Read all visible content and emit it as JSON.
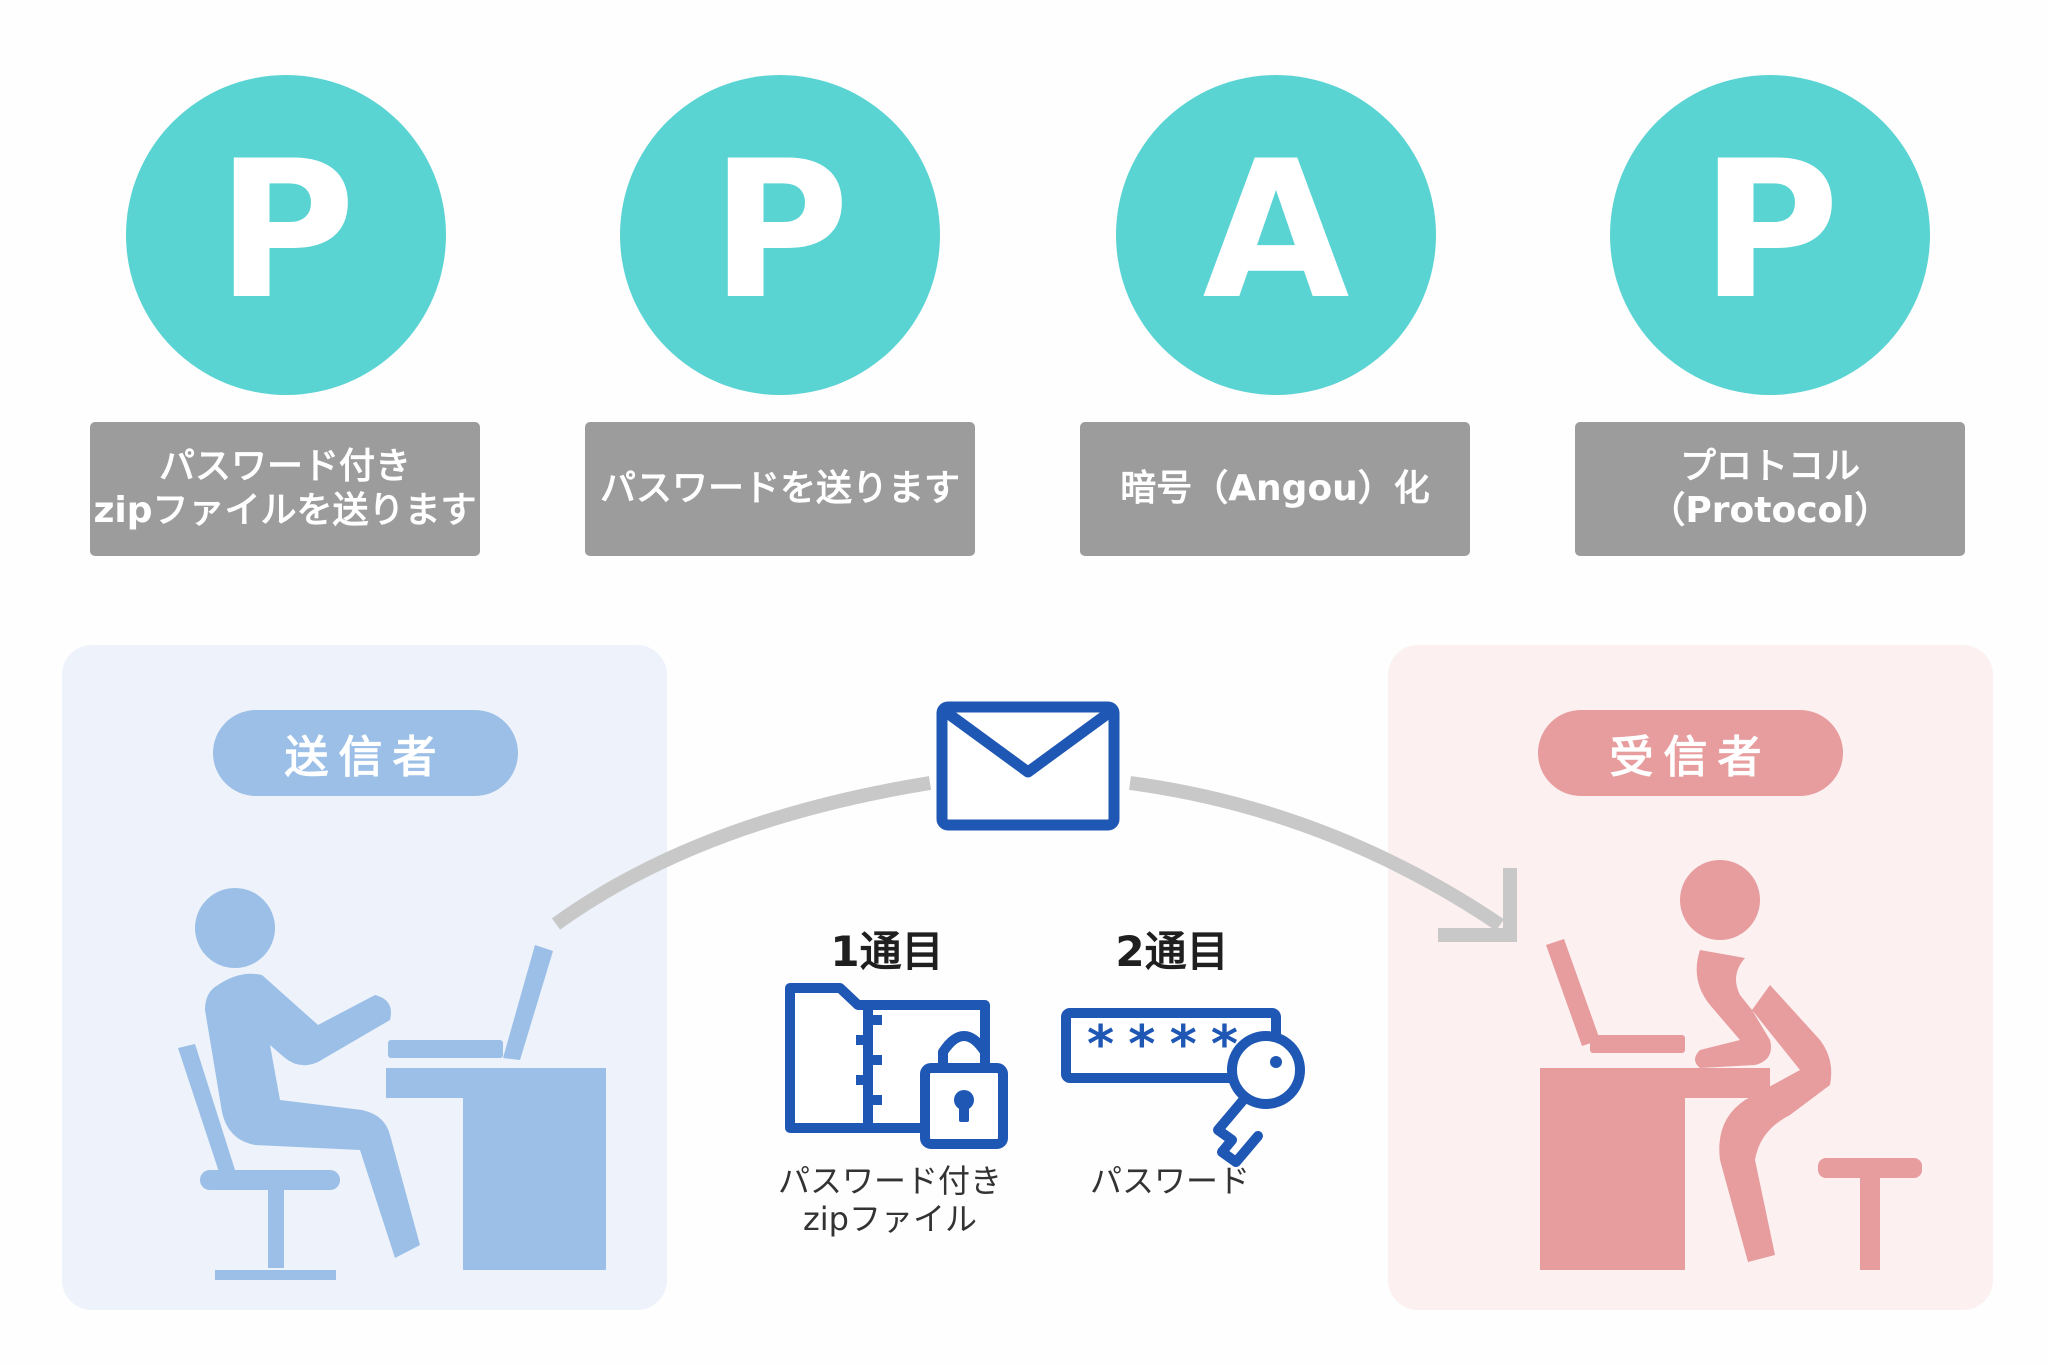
{
  "letters": [
    "P",
    "P",
    "A",
    "P"
  ],
  "labels": [
    "パスワード付き\nzipファイルを送ります",
    "パスワードを送ります",
    "暗号（Angou）化",
    "プロトコル\n（Protocol）"
  ],
  "sender": {
    "label": "送信者"
  },
  "receiver": {
    "label": "受信者"
  },
  "messages": [
    {
      "title": "1通目",
      "caption": "パスワード付き\nzipファイル"
    },
    {
      "title": "2通目",
      "caption": "パスワード"
    }
  ],
  "password_mask": "****",
  "colors": {
    "circle": "#5ad3d3",
    "label_bg": "#9c9c9c",
    "sender_accent": "#9bbfe6",
    "sender_panel": "#edf2fb",
    "receiver_accent": "#e79c9e",
    "receiver_panel": "#fcf0f0",
    "icon_blue": "#1f57b5",
    "arrow": "#c8c8c8"
  }
}
